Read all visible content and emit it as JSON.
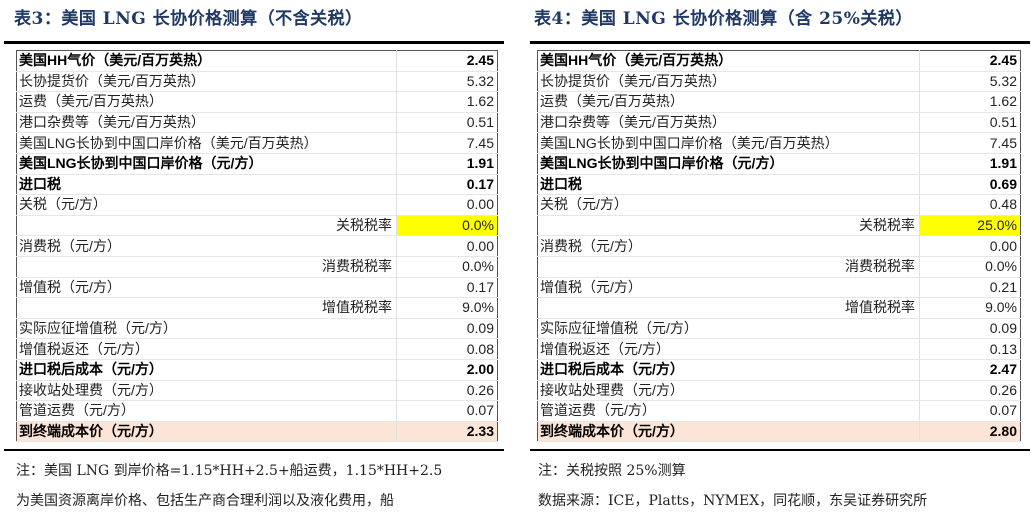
{
  "tables": [
    {
      "title": "表3：美国 LNG 长协价格测算（不含关税）",
      "rows": [
        {
          "label": "美国HH气价（美元/百万英热）",
          "value": "2.45",
          "style": "bold"
        },
        {
          "label": "长协提货价（美元/百万英热）",
          "value": "5.32",
          "style": ""
        },
        {
          "label": "运费（美元/百万英热）",
          "value": "1.62",
          "style": ""
        },
        {
          "label": "港口杂费等（美元/百万英热）",
          "value": "0.51",
          "style": ""
        },
        {
          "label": "美国LNG长协到中国口岸价格（美元/百万英热）",
          "value": "7.45",
          "style": "sep"
        },
        {
          "label": "美国LNG长协到中国口岸价格（元/方）",
          "value": "1.91",
          "style": "bold"
        },
        {
          "label": "进口税",
          "value": "0.17",
          "style": "bold sep"
        },
        {
          "label": "关税（元/方）",
          "value": "0.00",
          "style": ""
        },
        {
          "label": "关税税率",
          "value": "0.0%",
          "style": "sub highlight"
        },
        {
          "label": "消费税（元/方）",
          "value": "0.00",
          "style": ""
        },
        {
          "label": "消费税税率",
          "value": "0.0%",
          "style": "sub"
        },
        {
          "label": "增值税（元/方）",
          "value": "0.17",
          "style": ""
        },
        {
          "label": "增值税税率",
          "value": "9.0%",
          "style": "sub"
        },
        {
          "label": "实际应征增值税（元/方）",
          "value": "0.09",
          "style": "sep"
        },
        {
          "label": "增值税返还（元/方）",
          "value": "0.08",
          "style": ""
        },
        {
          "label": "进口税后成本（元/方）",
          "value": "2.00",
          "style": "bold"
        },
        {
          "label": "接收站处理费（元/方）",
          "value": "0.26",
          "style": "sep"
        },
        {
          "label": "管道运费（元/方）",
          "value": "0.07",
          "style": ""
        },
        {
          "label": "到终端成本价（元/方）",
          "value": "2.33",
          "style": "total"
        }
      ],
      "notes": [
        "注：美国 LNG 到岸价格=1.15*HH+2.5+船运费，1.15*HH+2.5",
        "为美国资源离岸价格、包括生产商合理利润以及液化费用，船"
      ]
    },
    {
      "title": "表4：美国 LNG 长协价格测算（含 25%关税）",
      "rows": [
        {
          "label": "美国HH气价（美元/百万英热）",
          "value": "2.45",
          "style": "bold"
        },
        {
          "label": "长协提货价（美元/百万英热）",
          "value": "5.32",
          "style": ""
        },
        {
          "label": "运费（美元/百万英热）",
          "value": "1.62",
          "style": ""
        },
        {
          "label": "港口杂费等（美元/百万英热）",
          "value": "0.51",
          "style": ""
        },
        {
          "label": "美国LNG长协到中国口岸价格（美元/百万英热）",
          "value": "7.45",
          "style": "sep"
        },
        {
          "label": "美国LNG长协到中国口岸价格（元/方）",
          "value": "1.91",
          "style": "bold"
        },
        {
          "label": "进口税",
          "value": "0.69",
          "style": "bold sep"
        },
        {
          "label": "关税（元/方）",
          "value": "0.48",
          "style": ""
        },
        {
          "label": "关税税率",
          "value": "25.0%",
          "style": "sub highlight"
        },
        {
          "label": "消费税（元/方）",
          "value": "0.00",
          "style": ""
        },
        {
          "label": "消费税税率",
          "value": "0.0%",
          "style": "sub"
        },
        {
          "label": "增值税（元/方）",
          "value": "0.21",
          "style": ""
        },
        {
          "label": "增值税税率",
          "value": "9.0%",
          "style": "sub"
        },
        {
          "label": "实际应征增值税（元/方）",
          "value": "0.09",
          "style": "sep"
        },
        {
          "label": "增值税返还（元/方）",
          "value": "0.13",
          "style": ""
        },
        {
          "label": "进口税后成本（元/方）",
          "value": "2.47",
          "style": "bold"
        },
        {
          "label": "接收站处理费（元/方）",
          "value": "0.26",
          "style": "sep"
        },
        {
          "label": "管道运费（元/方）",
          "value": "0.07",
          "style": ""
        },
        {
          "label": "到终端成本价（元/方）",
          "value": "2.80",
          "style": "total"
        }
      ],
      "notes": [
        "注：关税按照 25%测算",
        "数据来源：ICE，Platts，NYMEX，同花顺，东吴证券研究所"
      ]
    }
  ],
  "colors": {
    "title": "#1f3864",
    "highlight": "#ffff00",
    "total_row": "#fce4d6"
  }
}
